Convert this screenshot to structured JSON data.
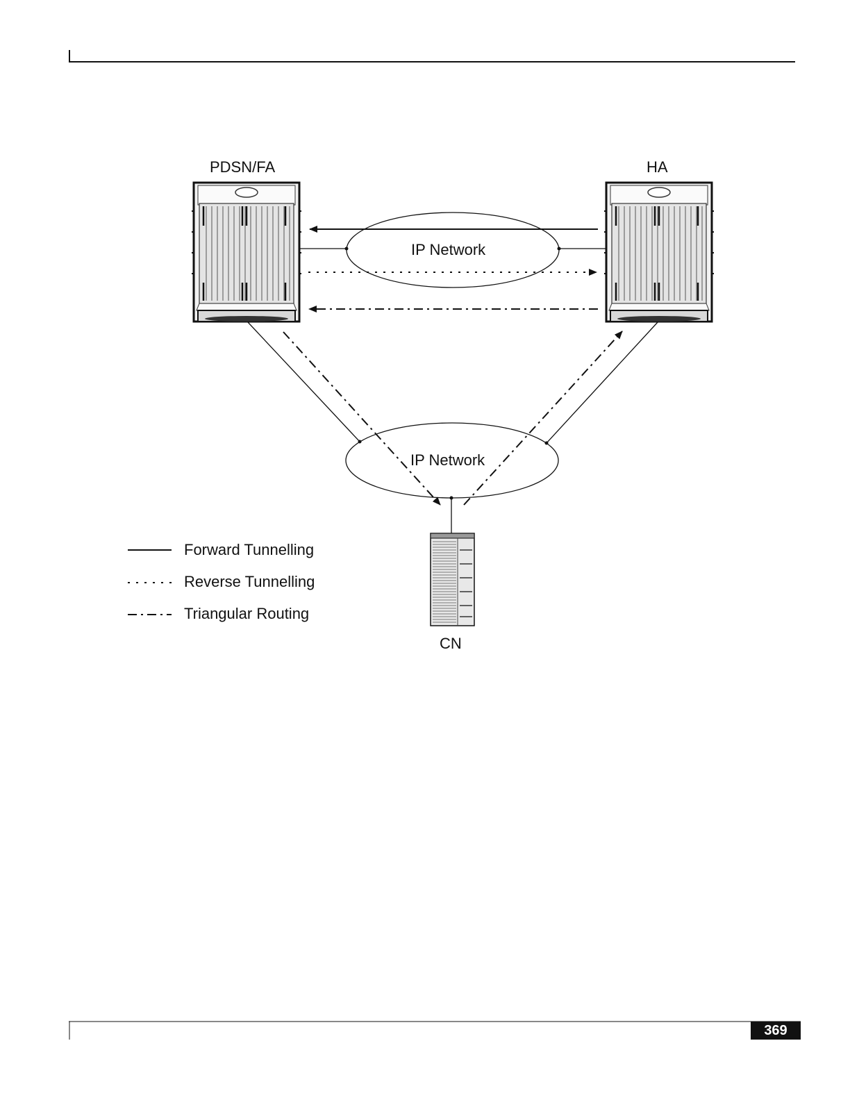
{
  "nodes": {
    "pdsn_fa": "PDSN/FA",
    "ha": "HA",
    "cn": "CN"
  },
  "networks": {
    "top": "IP Network",
    "bottom": "IP Network"
  },
  "legend": [
    {
      "label": "Forward Tunnelling",
      "style": "solid"
    },
    {
      "label": "Reverse Tunnelling",
      "style": "dotted"
    },
    {
      "label": "Triangular Routing",
      "style": "dash-dot"
    }
  ],
  "footer": {
    "page_number": "369"
  },
  "colors": {
    "line": "#111111",
    "page_number_bg": "#111111",
    "page_number_text": "#ffffff"
  }
}
